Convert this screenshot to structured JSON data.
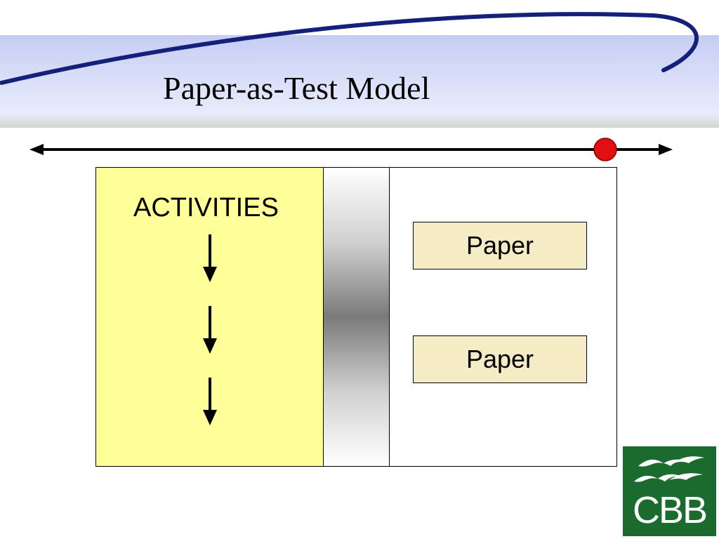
{
  "slide": {
    "title": "Paper-as-Test Model"
  },
  "diagram": {
    "activities_label": "ACTIVITIES",
    "papers": [
      "Paper",
      "Paper"
    ]
  },
  "logo": {
    "text": "CBB"
  },
  "colors": {
    "header_band": "#c5cdf3",
    "swoosh": "#14207a",
    "activities_fill": "#ffff99",
    "paper_fill": "#f5ebc4",
    "timeline_marker": "#e01010",
    "logo_bg": "#1b6b2f"
  }
}
